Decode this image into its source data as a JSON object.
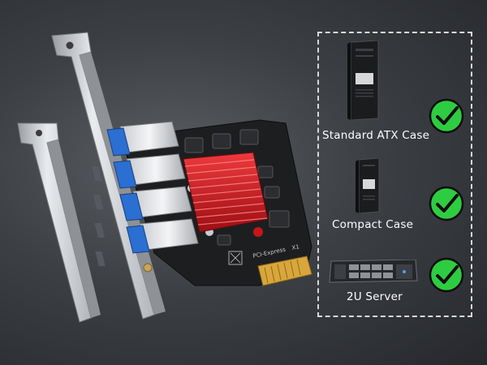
{
  "compatibility": {
    "items": [
      {
        "label": "Standard ATX Case",
        "icon": "atx-tower-case-icon",
        "supported": true
      },
      {
        "label": "Compact Case",
        "icon": "compact-tower-case-icon",
        "supported": true
      },
      {
        "label": "2U Server",
        "icon": "rack-server-icon",
        "supported": true
      }
    ]
  },
  "card": {
    "slot_marking": "PCI-Express",
    "lane_marking": "X1",
    "port_count": 4
  },
  "colors": {
    "check_fill": "#2ecc40",
    "heatsink": "#c4161c",
    "pcb": "#1d1e20"
  }
}
